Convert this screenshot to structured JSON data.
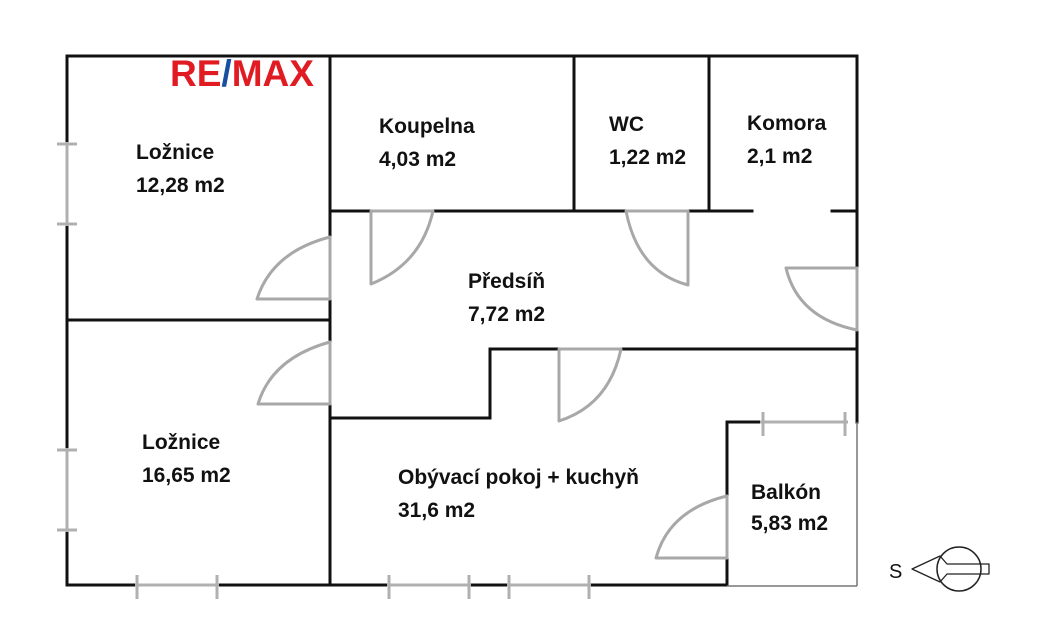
{
  "logo": {
    "part1": "RE",
    "slash": "/",
    "part2": "MAX",
    "colors": {
      "red": "#e11b22",
      "blue": "#1a4fa0"
    }
  },
  "rooms": [
    {
      "id": "loznice-1",
      "name": "Ložnice",
      "area": "12,28 m2"
    },
    {
      "id": "koupelna",
      "name": "Koupelna",
      "area": "4,03 m2"
    },
    {
      "id": "wc",
      "name": "WC",
      "area": "1,22 m2"
    },
    {
      "id": "komora",
      "name": "Komora",
      "area": "2,1 m2"
    },
    {
      "id": "predsin",
      "name": "Předsíň",
      "area": "7,72 m2"
    },
    {
      "id": "loznice-2",
      "name": "Ložnice",
      "area": "16,65 m2"
    },
    {
      "id": "obyvaci",
      "name": "Obývací pokoj + kuchyň",
      "area": "31,6 m2"
    },
    {
      "id": "balkon",
      "name": "Balkón",
      "area": "5,83 m2"
    }
  ],
  "compass": {
    "label": "S",
    "icon": "north-arrow-icon"
  },
  "colors": {
    "wall": "#111111",
    "window": "#b0b0b0",
    "door": "#a8a8a8"
  }
}
